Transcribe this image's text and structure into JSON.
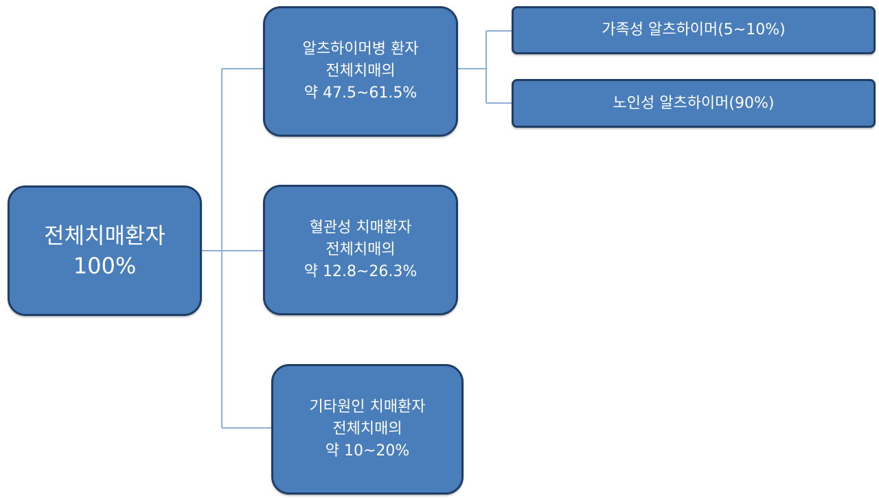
{
  "diagram": {
    "root": {
      "lines": [
        "전체치매환자",
        "100%"
      ]
    },
    "children": [
      {
        "lines": [
          "알츠하이머병 환자",
          "전체치매의",
          "약 47.5~61.5%"
        ]
      },
      {
        "lines": [
          "혈관성 치매환자",
          "전체치매의",
          "약 12.8~26.3%"
        ]
      },
      {
        "lines": [
          "기타원인 치매환자",
          "전체치매의",
          "약 10~20%"
        ]
      }
    ],
    "alzheimer_subtypes": [
      {
        "label": "가족성 알츠하이머(5~10%)"
      },
      {
        "label": "노인성 알츠하이머(90%)"
      }
    ]
  },
  "colors": {
    "box_fill": "#4a7ebb",
    "box_border": "#1f3e66",
    "connector": "#8eaed6",
    "text": "#ffffff"
  }
}
